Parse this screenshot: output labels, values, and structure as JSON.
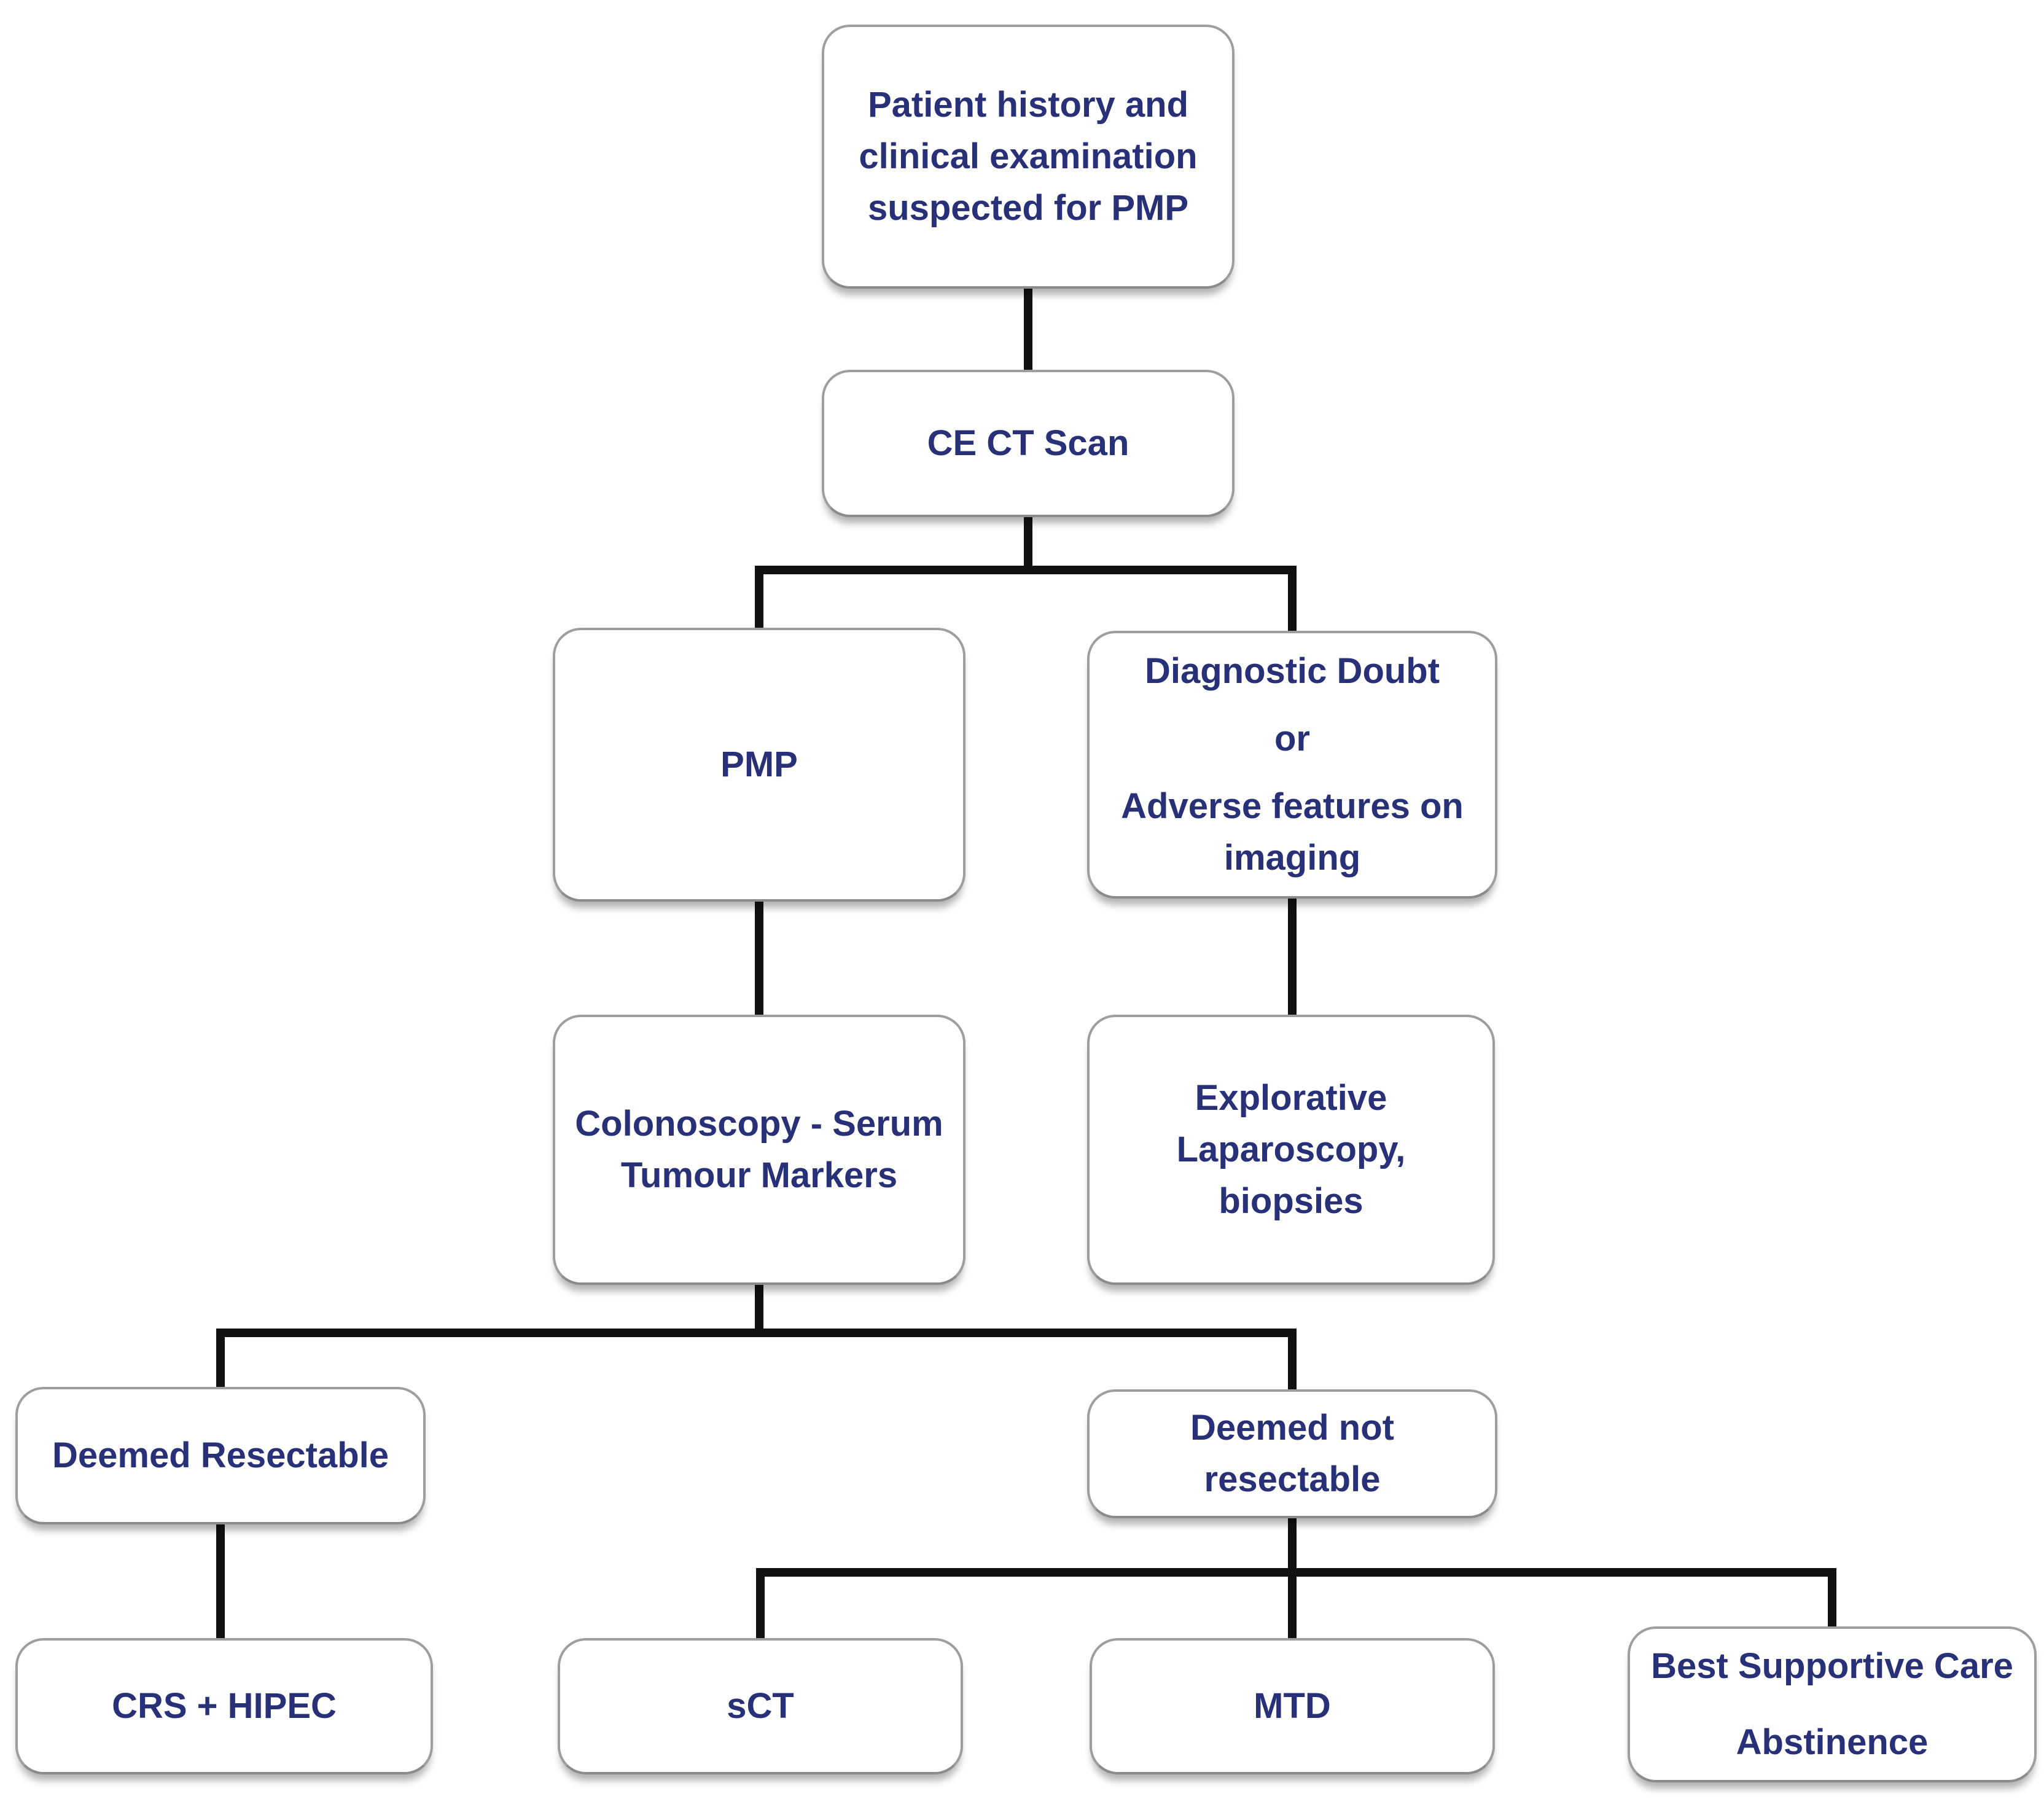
{
  "diagram": {
    "type": "flowchart",
    "background": "#FFFFFF",
    "colors": {
      "text": "#283178",
      "connector": "#111111",
      "node_border": "#9E9E9E",
      "node_fill": "#FFFFFF"
    },
    "nodes": {
      "patient_history": {
        "lines": [
          "Patient history and",
          "clinical examination",
          "suspected for PMP"
        ]
      },
      "ce_ct_scan": {
        "lines": [
          "CE CT Scan"
        ]
      },
      "pmp": {
        "lines": [
          "PMP"
        ]
      },
      "diagnostic_doubt": {
        "lines": [
          "Diagnostic Doubt",
          "or",
          "Adverse features on imaging"
        ]
      },
      "colonoscopy": {
        "lines": [
          "Colonoscopy - Serum",
          "Tumour Markers"
        ]
      },
      "explorative_laparoscopy": {
        "lines": [
          "Explorative",
          "Laparoscopy,",
          "biopsies"
        ]
      },
      "deemed_resectable": {
        "lines": [
          "Deemed Resectable"
        ]
      },
      "deemed_not_resectable": {
        "lines": [
          "Deemed not",
          "resectable"
        ]
      },
      "crs_hipec": {
        "lines": [
          "CRS + HIPEC"
        ]
      },
      "sct": {
        "lines": [
          "sCT"
        ]
      },
      "mtd": {
        "lines": [
          "MTD"
        ]
      },
      "best_supportive_care": {
        "lines": [
          "Best Supportive Care",
          "Abstinence"
        ]
      }
    },
    "edges": [
      {
        "from": "patient_history",
        "to": "ce_ct_scan"
      },
      {
        "from": "ce_ct_scan",
        "to": "pmp"
      },
      {
        "from": "ce_ct_scan",
        "to": "diagnostic_doubt"
      },
      {
        "from": "pmp",
        "to": "colonoscopy"
      },
      {
        "from": "diagnostic_doubt",
        "to": "explorative_laparoscopy"
      },
      {
        "from": "colonoscopy",
        "to": "deemed_resectable"
      },
      {
        "from": "colonoscopy",
        "to": "deemed_not_resectable"
      },
      {
        "from": "deemed_resectable",
        "to": "crs_hipec"
      },
      {
        "from": "deemed_not_resectable",
        "to": "sct"
      },
      {
        "from": "deemed_not_resectable",
        "to": "mtd"
      },
      {
        "from": "deemed_not_resectable",
        "to": "best_supportive_care"
      }
    ]
  }
}
